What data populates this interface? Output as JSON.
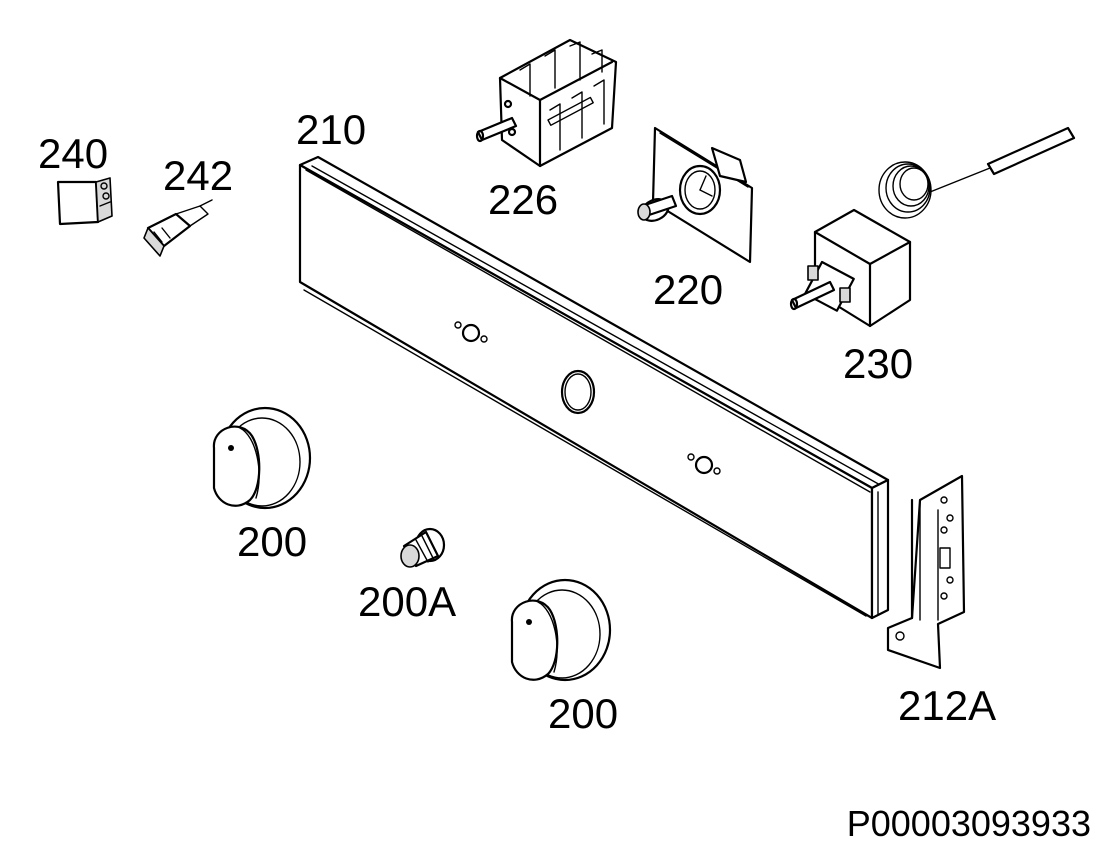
{
  "parts": [
    {
      "id": "p210",
      "label": "210"
    },
    {
      "id": "p226",
      "label": "226"
    },
    {
      "id": "p220",
      "label": "220"
    },
    {
      "id": "p230",
      "label": "230"
    },
    {
      "id": "p240",
      "label": "240"
    },
    {
      "id": "p242",
      "label": "242"
    },
    {
      "id": "p200a",
      "label": "200"
    },
    {
      "id": "p200A",
      "label": "200A"
    },
    {
      "id": "p200b",
      "label": "200"
    },
    {
      "id": "p212A",
      "label": "212A"
    }
  ],
  "document_id": "P00003093933"
}
